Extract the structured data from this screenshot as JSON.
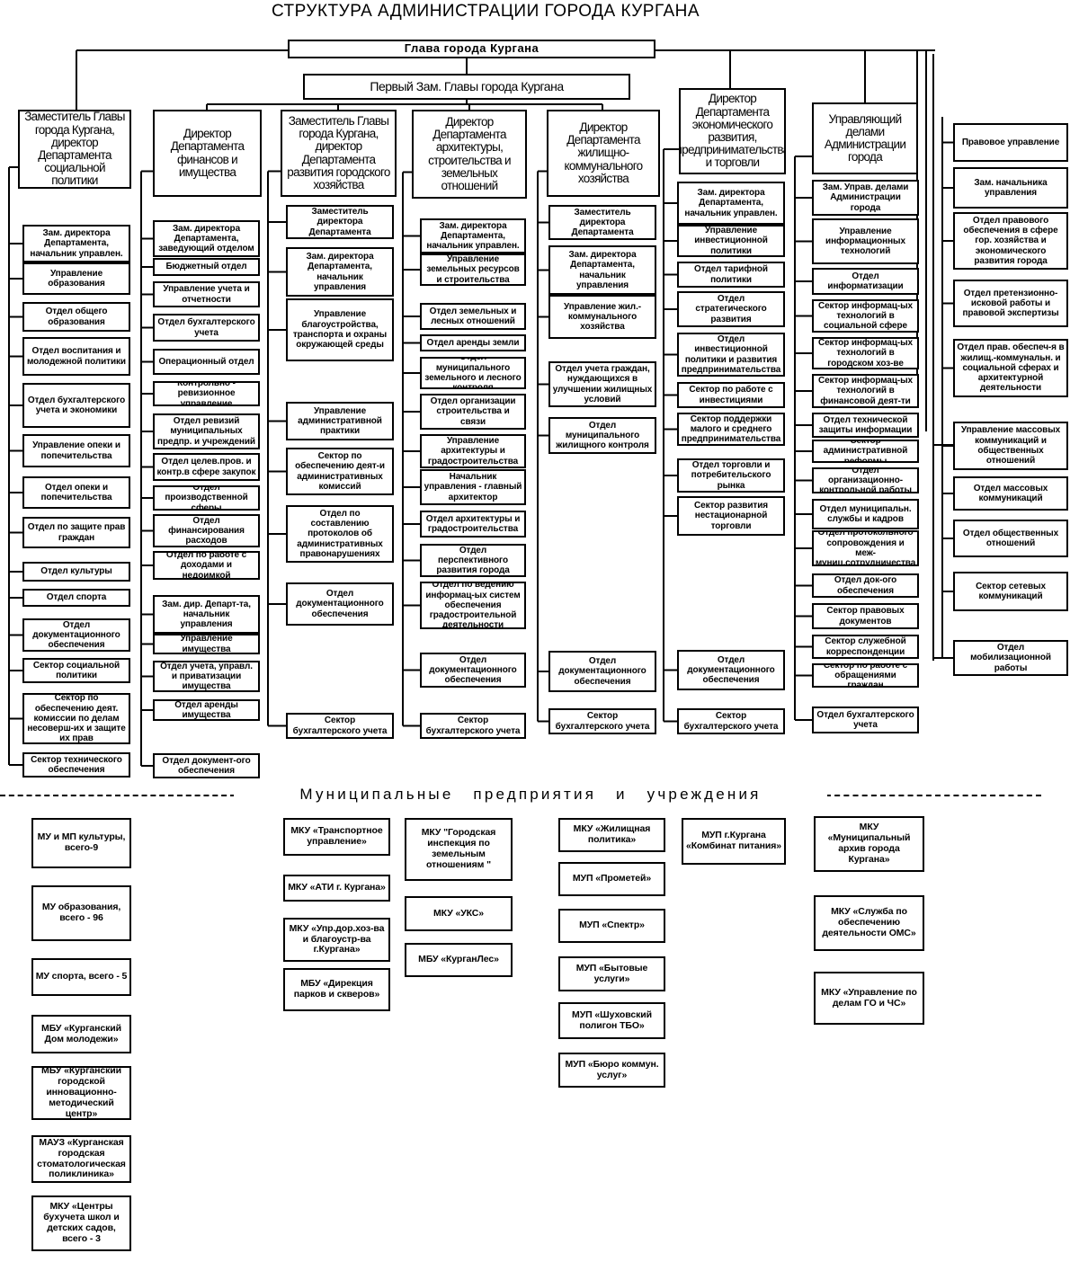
{
  "title": "СТРУКТУРА АДМИНИСТРАЦИИ ГОРОДА КУРГАНА",
  "head": "Глава города Кургана",
  "first_deputy": "Первый Зам. Главы города Кургана",
  "columns": [
    {
      "header": "Заместитель Главы города Кургана, директор Департамента социальной политики",
      "items": [
        "Зам. директора Департамента, начальник управлен.",
        "Управление образования",
        "Отдел общего образования",
        "Отдел воспитания и молодежной политики",
        "Отдел бухгалтерского учета и экономики",
        "Управление опеки и попечительства",
        "Отдел опеки и попечительства",
        "Отдел по защите прав граждан",
        "Отдел культуры",
        "Отдел спорта",
        "Отдел документационного обеспечения",
        "Сектор социальной политики",
        "Сектор по обеспечению деят. комиссии по делам несоверш-их и защите их прав",
        "Сектор технического обеспечения"
      ]
    },
    {
      "header": "Директор Департамента финансов и имущества",
      "items": [
        "Зам. директора Департамента, заведующий отделом",
        "Бюджетный отдел",
        "Управление учета и отчетности",
        "Отдел бухгалтерского учета",
        "Операционный отдел",
        "Контрольно - ревизионное управление",
        "Отдел ревизий муниципальных предпр. и учреждений",
        "Отдел целев.пров. и контр.в сфере закупок",
        "Отдел производственной сферы",
        "Отдел финансирования расходов",
        "Отдел по работе с доходами и недоимкой",
        "Зам. дир. Департ-та, начальник управления",
        "Управление имущества",
        "Отдел учета, управл. и приватизации имущества",
        "Отдел аренды имущества",
        "Отдел документ-ого обеспечения"
      ]
    },
    {
      "header": "Заместитель Главы города Кургана, директор Департамента развития городского хозяйства",
      "items": [
        "Заместитель директора Департамента",
        "Зам. директора Департамента, начальник управления",
        "Управление благоустройства, транспорта и охраны окружающей среды",
        "Управление административной практики",
        "Сектор по обеспечению деят-и административных комиссий",
        "Отдел по составлению протоколов об административных правонарушениях",
        "Отдел документационного обеспечения",
        "Сектор бухгалтерского учета"
      ]
    },
    {
      "header": "Директор Департамента архитектуры, строительства и земельных отношений",
      "items": [
        "Зам. директора Департамента, начальник управлен.",
        "Управление земельных ресурсов и строительства",
        "Отдел земельных и лесных отношений",
        "Отдел аренды земли",
        "Отдел муниципального земельного и лесного контроля",
        "Отдел организации строительства и связи",
        "Управление архитектуры и градостроительства",
        "Начальник управления - главный архитектор",
        "Отдел архитектуры и градостроительства",
        "Отдел перспективного развития города",
        "Отдел по ведению информац-ых систем обеспечения градостроительной деятельности",
        "Отдел документационного обеспечения",
        "Сектор бухгалтерского учета"
      ]
    },
    {
      "header": "Директор Департамента жилищно-коммунального хозяйства",
      "items": [
        "Заместитель директора Департамента",
        "Зам. директора Департамента, начальник управления",
        "Управление жил.-коммунального хозяйства",
        "Отдел учета граждан, нуждающихся в улучшении жилищных условий",
        "Отдел муниципального жилищного контроля",
        "Отдел документационного обеспечения",
        "Сектор бухгалтерского учета"
      ]
    },
    {
      "header": "Директор Департамента экономического развития, предпринимательства и торговли",
      "items": [
        "Зам. директора Департамента, начальник управлен.",
        "Управление инвестиционной политики",
        "Отдел тарифной политики",
        "Отдел стратегического развития",
        "Отдел инвестиционной политики и развития предпринимательства",
        "Сектор по работе с инвестициями",
        "Сектор поддержки малого и среднего предпринимательства",
        "Отдел торговли и потребительского рынка",
        "Сектор развития нестационарной торговли",
        "Отдел документационного обеспечения",
        "Сектор бухгалтерского учета"
      ]
    },
    {
      "header": "Управляющий делами Администрации города",
      "items": [
        "Зам. Управ. делами Администрации города",
        "Управление информационных технологий",
        "Отдел информатизации",
        "Сектор информац-ых технологий в социальной сфере",
        "Сектор информац-ых технологий в городском хоз-ве",
        "Сектор информац-ых технологий в финансовой деят-ти",
        "Отдел технической защиты информации",
        "Сектор административной реформы",
        "Отдел организационно-контрольной работы",
        "Отдел муниципальн. службы и кадров",
        "Отдел протокольного сопровождения и меж-муниц.сотрудничества",
        "Отдел док-ого обеспечения",
        "Сектор правовых документов",
        "Сектор служебной корреспонденции",
        "Сектор по работе с обращениями граждан",
        "Отдел бухгалтерского учета"
      ]
    },
    {
      "header": null,
      "items": [
        "Правовое управление",
        "Зам. начальника управления",
        "Отдел правового обеспечения в сфере гор. хозяйства и экономического развития города",
        "Отдел претензионно-исковой работы и правовой экспертизы",
        "Отдел прав. обеспеч-я в жилищ.-коммунальн. и социальной сферах и архитектурной деятельности",
        "Управление массовых коммуникаций и общественных отношений",
        "Отдел массовых коммуникаций",
        "Отдел общественных отношений",
        "Сектор сетевых коммуникаций",
        "Отдел мобилизационной работы"
      ]
    }
  ],
  "section_title": "Муниципальные предприятия и учреждения",
  "enterprises": [
    [
      "МУ и МП культуры, всего-9",
      "МУ образования, всего - 96",
      "МУ спорта, всего - 5",
      "МБУ «Курганский Дом молодежи»",
      "МБУ «Курганский городской инновационно-методический центр»",
      "МАУЗ «Курганская городская стоматологическая поликлиника»",
      "МКУ «Центры бухучета школ и детских садов, всего - 3"
    ],
    [
      "МКУ «Транспортное управление»",
      "МКУ «АТИ г. Кургана»",
      "МКУ «Упр.дор.хоз-ва и благоустр-ва г.Кургана»",
      "МБУ «Дирекция парков и скверов»"
    ],
    [
      "МКУ \"Городская инспекция по земельным отношениям \"",
      "МКУ «УКС»",
      "МБУ «КурганЛес»"
    ],
    [
      "МКУ «Жилищная политика»",
      "МУП «Прометей»",
      "МУП «Спектр»",
      "МУП «Бытовые услуги»",
      "МУП «Шуховский полигон ТБО»",
      "МУП «Бюро коммун. услуг»"
    ],
    [
      "МУП г.Кургана «Комбинат питания»"
    ],
    [
      "МКУ «Муниципальный архив города Кургана»",
      "МКУ «Служба по обеспечению деятельности ОМС»",
      "МКУ «Управление по делам ГО и ЧС»"
    ]
  ]
}
